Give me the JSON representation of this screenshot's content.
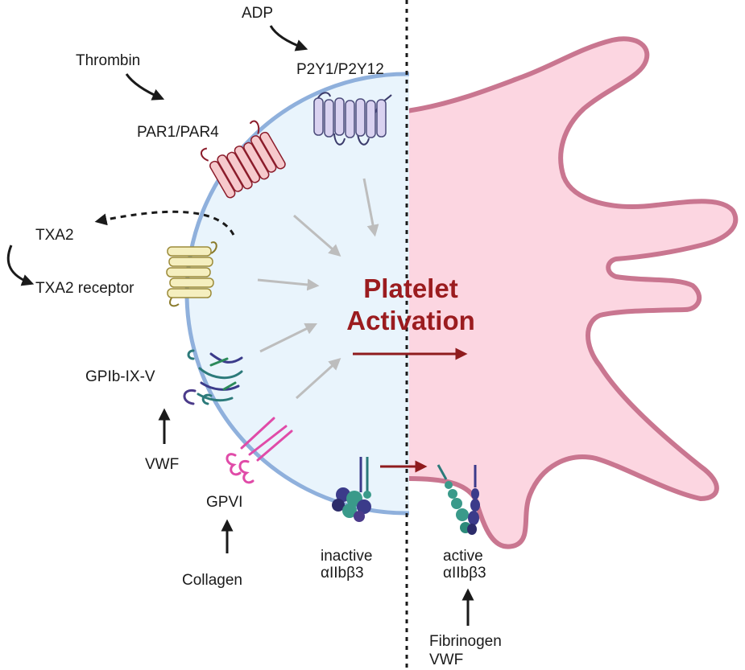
{
  "title": {
    "line1": "Platelet",
    "line2": "Activation"
  },
  "agonists": {
    "adp": "ADP",
    "thrombin": "Thrombin",
    "txa2": "TXA2",
    "vwf": "VWF",
    "collagen": "Collagen",
    "fibrinogen": "Fibrinogen",
    "vwf_ligand": "VWF"
  },
  "receptors": {
    "p2y": "P2Y1/P2Y12",
    "par": "PAR1/PAR4",
    "txa2r": "TXA2 receptor",
    "gpib": "GPIb-IX-V",
    "gpvi": "GPVI"
  },
  "integrin": {
    "inactive_state": "inactive",
    "inactive_name": "αIIbβ3",
    "active_state": "active",
    "active_name": "αIIbβ3"
  },
  "colors": {
    "resting_fill": "#e9f4fc",
    "resting_membrane": "#8fb0dc",
    "activated_fill": "#fcd6e1",
    "activated_membrane": "#c97690",
    "title": "#9b1c1f",
    "signal_arrow": "#bdbdbd",
    "activation_arrow": "#8f1b1d"
  }
}
